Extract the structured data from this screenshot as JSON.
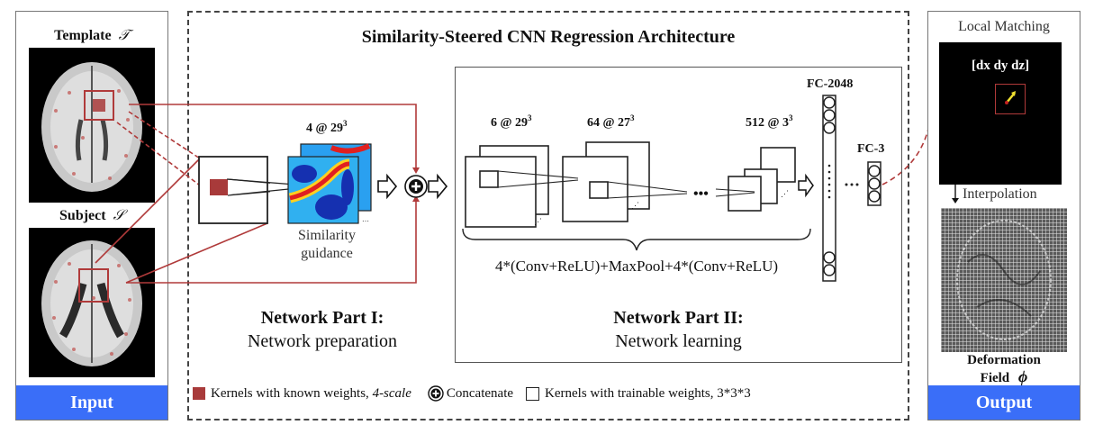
{
  "input_panel": {
    "template_label": "Template",
    "template_symbol": "𝒯",
    "subject_label": "Subject",
    "subject_symbol": "𝒮",
    "banner": "Input"
  },
  "main": {
    "title": "Similarity-Steered CNN Regression Architecture",
    "part1": {
      "similarity_dims": "4 @ 29",
      "similarity_dims_exp": "3",
      "similarity_caption_line1": "Similarity",
      "similarity_caption_line2": "guidance",
      "heading": "Network Part I:",
      "subheading": "Network preparation"
    },
    "part2": {
      "layer1_dims": "6 @ 29",
      "layer1_exp": "3",
      "layer2_dims": "64 @ 27",
      "layer2_exp": "3",
      "layer3_dims": "512 @ 3",
      "layer3_exp": "3",
      "fc1_label": "FC-2048",
      "fc2_label": "FC-3",
      "ellipsis": "•••",
      "brace_caption": "4*(Conv+ReLU)+MaxPool+4*(Conv+ReLU)",
      "heading": "Network Part II:",
      "subheading": "Network learning"
    },
    "legend": {
      "known_weights": "Kernels with known weights, ",
      "known_weights_italic": "4-scale",
      "concatenate": "Concatenate",
      "trainable_weights": "Kernels with trainable weights, 3*3*3"
    }
  },
  "output_panel": {
    "local_matching": "Local Matching",
    "displacement": "[dx dy dz]",
    "interpolation": "Interpolation",
    "deformation_line1": "Deformation",
    "deformation_line2": "Field",
    "deformation_symbol": "ϕ",
    "banner": "Output"
  },
  "colors": {
    "accent_blue": "#3a6ef8",
    "kernel_red": "#a83a3a",
    "line_red": "#b03a3a"
  }
}
